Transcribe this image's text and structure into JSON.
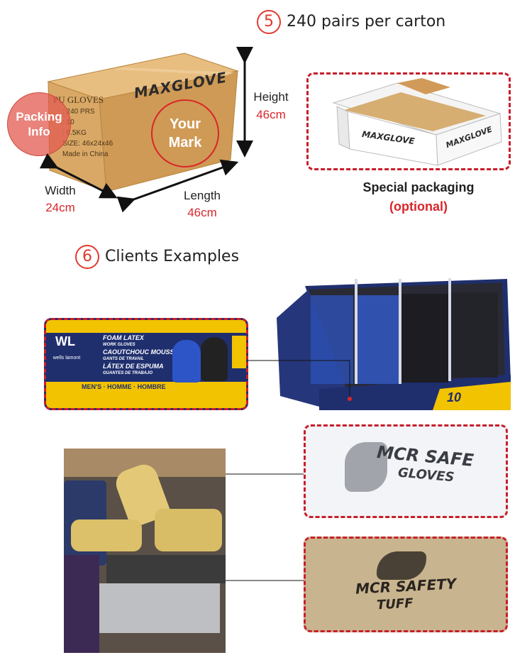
{
  "section5": {
    "number": "5",
    "title": "240 pairs per carton"
  },
  "carton": {
    "top_text": "PU GLOVES",
    "brand": "MAXGLOVE",
    "lines": [
      ": 240 PRS",
      ": 10",
      ": 9.5KG",
      "SIZE: 46x24x46",
      "Made in China"
    ],
    "packing_info_label": "Packing Info",
    "your_mark_label": "Your Mark"
  },
  "dimensions": {
    "height_label": "Height",
    "height_value": "46cm",
    "width_label": "Width",
    "width_value": "24cm",
    "length_label": "Length",
    "length_value": "46cm"
  },
  "special_packaging": {
    "title": "Special packaging",
    "note": "(optional)",
    "brand": "MAXGLOVE"
  },
  "section6": {
    "number": "6",
    "title": "Clients Examples"
  },
  "example_box": {
    "logo": "WL",
    "logo_sub": "wells lamont",
    "line1": "FOAM LATEX",
    "line2": "WORK GLOVES",
    "line3": "CAOUTCHOUC MOUSSE",
    "line4": "GANTS DE TRAVAIL",
    "line5": "LÁTEX DE ESPUMA",
    "line6": "GUANTES DE TRABAJO",
    "footer": "MEN'S · HOMME · HOMBRE"
  },
  "display_box": {
    "count": "10"
  },
  "mcr_bag": {
    "text1": "MCR SAFE",
    "text2": "GLOVES"
  },
  "mcr_tag": {
    "text1": "MCR SAFETY",
    "text2": "TUFF"
  },
  "colors": {
    "accent_red": "#d8262b",
    "kraft": "#d9a866",
    "blue_box": "#1f2f6e",
    "yellow": "#f2c300"
  }
}
